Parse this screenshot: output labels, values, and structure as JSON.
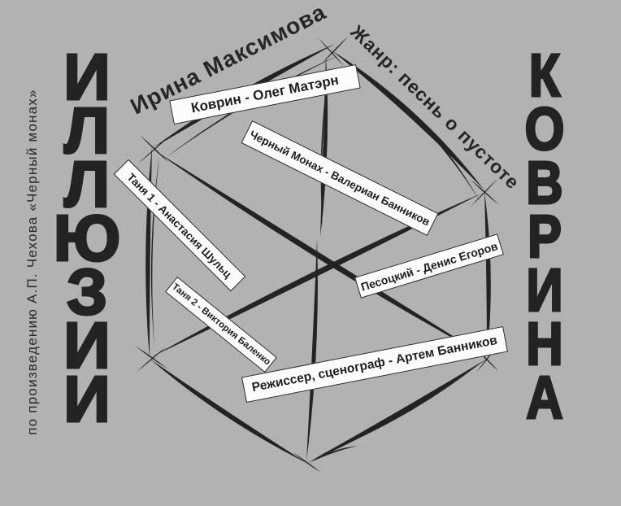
{
  "colors": {
    "background": "#b2b2b2",
    "ink": "#232323",
    "strip_background": "#fcfcfc",
    "strip_border": "#262626"
  },
  "poster": {
    "title_left_vertical": "ИЛЛЮЗИИ",
    "title_right_vertical": "КОВРИНА",
    "source_note": "по произведению А.П. Чехова «Черный монах»",
    "author": "Ирина Максимова",
    "genre": "Жанр: песнь о пустоте",
    "cast_labels": [
      {
        "text": "Коврин - Олег Матэрн"
      },
      {
        "text": "Черный Монах - Валериан Банников"
      },
      {
        "text": "Таня 1 - Анастасия Шульц"
      },
      {
        "text": "Таня 2 - Виктория Баленко"
      },
      {
        "text": "Песоцкий - Денис Егоров"
      },
      {
        "text": "Режиссер, сценограф - Артем Банников"
      }
    ]
  }
}
